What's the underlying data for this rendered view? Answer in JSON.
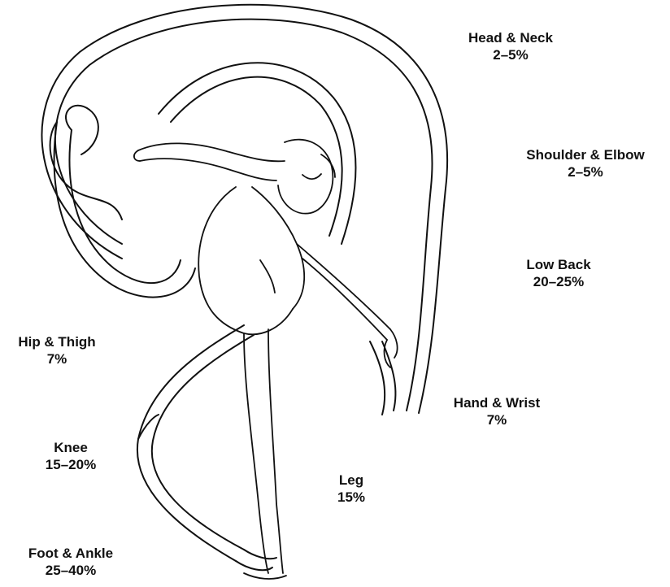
{
  "colors": {
    "ink": "#111111",
    "background": "#ffffff",
    "ribbon_fill": "#ffffff"
  },
  "figure": {
    "subject": "gymnast-with-ribbon-illustration"
  },
  "labels": [
    {
      "id": "head-neck",
      "name": "Head & Neck",
      "value": "2–5%"
    },
    {
      "id": "shoulder-elbow",
      "name": "Shoulder & Elbow",
      "value": "2–5%"
    },
    {
      "id": "low-back",
      "name": "Low Back",
      "value": "20–25%"
    },
    {
      "id": "hand-wrist",
      "name": "Hand & Wrist",
      "value": "7%"
    },
    {
      "id": "hip-thigh",
      "name": "Hip & Thigh",
      "value": "7%"
    },
    {
      "id": "knee",
      "name": "Knee",
      "value": "15–20%"
    },
    {
      "id": "leg",
      "name": "Leg",
      "value": "15%"
    },
    {
      "id": "foot-ankle",
      "name": "Foot & Ankle",
      "value": "25–40%"
    }
  ]
}
